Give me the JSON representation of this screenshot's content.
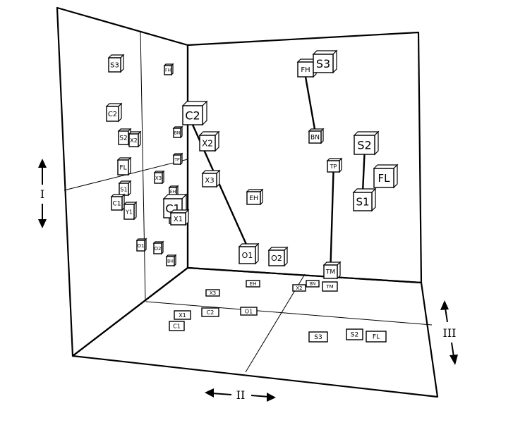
{
  "axes": {
    "vertical": "I",
    "horizontal": "II",
    "depth": "III"
  },
  "upright_nodes": [
    {
      "id": "wl-s3",
      "text": "S3"
    },
    {
      "id": "wl-fh",
      "text": "FH"
    },
    {
      "id": "wl-c2",
      "text": "C2"
    },
    {
      "id": "wl-bn",
      "text": "BN"
    },
    {
      "id": "wl-s2",
      "text": "S2"
    },
    {
      "id": "wl-x2",
      "text": "X2"
    },
    {
      "id": "wl-fl",
      "text": "FL"
    },
    {
      "id": "wl-tp",
      "text": "TP"
    },
    {
      "id": "wl-x3",
      "text": "X3"
    },
    {
      "id": "wl-s1",
      "text": "S1"
    },
    {
      "id": "wl-c1",
      "text": "C1"
    },
    {
      "id": "wl-y1",
      "text": "Y1"
    },
    {
      "id": "wl-eh",
      "text": "EH"
    },
    {
      "id": "wl-x1",
      "text": "X1"
    },
    {
      "id": "wl-o1",
      "text": "O1"
    },
    {
      "id": "wl-o2",
      "text": "O2"
    },
    {
      "id": "wl-bh",
      "text": "BH"
    },
    {
      "id": "m-fh",
      "text": "FH"
    },
    {
      "id": "m-s3",
      "text": "S3"
    },
    {
      "id": "m-c2",
      "text": "C2"
    },
    {
      "id": "m-x2",
      "text": "X2"
    },
    {
      "id": "m-x3",
      "text": "X3"
    },
    {
      "id": "m-eh",
      "text": "EH"
    },
    {
      "id": "m-c1",
      "text": "C1"
    },
    {
      "id": "m-x1",
      "text": "X1"
    },
    {
      "id": "m-o1",
      "text": "O1"
    },
    {
      "id": "m-o2",
      "text": "O2"
    },
    {
      "id": "m-bn",
      "text": "BN"
    },
    {
      "id": "m-tp",
      "text": "TP"
    },
    {
      "id": "m-s2",
      "text": "S2"
    },
    {
      "id": "m-fl",
      "text": "FL"
    },
    {
      "id": "m-s1",
      "text": "S1"
    },
    {
      "id": "m-tm",
      "text": "TM"
    }
  ],
  "floor_nodes": [
    {
      "id": "f-x3",
      "text": "X3"
    },
    {
      "id": "f-eh",
      "text": "EH"
    },
    {
      "id": "f-x2",
      "text": "X2"
    },
    {
      "id": "f-bn",
      "text": "BN"
    },
    {
      "id": "f-tm",
      "text": "TM"
    },
    {
      "id": "f-x1",
      "text": "X1"
    },
    {
      "id": "f-c2",
      "text": "C2"
    },
    {
      "id": "f-o1",
      "text": "O1"
    },
    {
      "id": "f-c1",
      "text": "C1"
    },
    {
      "id": "f-s3",
      "text": "S3"
    },
    {
      "id": "f-s2",
      "text": "S2"
    },
    {
      "id": "f-fl",
      "text": "FL"
    }
  ],
  "connections": [
    {
      "from": "m-fh",
      "to": "m-bn"
    },
    {
      "from": "m-c2",
      "to": "m-o1"
    },
    {
      "from": "m-tp",
      "to": "m-tm"
    },
    {
      "from": "m-s2",
      "to": "m-s1"
    }
  ]
}
